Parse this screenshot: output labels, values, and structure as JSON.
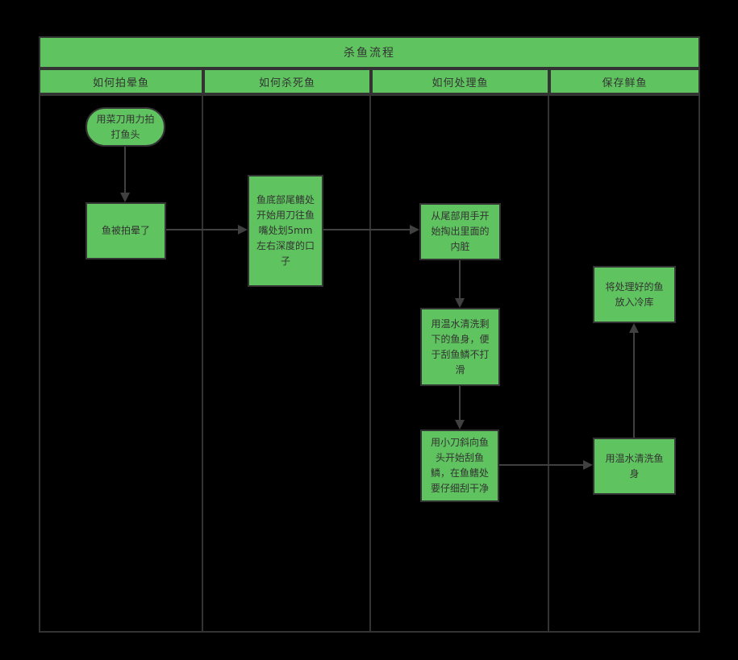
{
  "diagram": {
    "title": "杀鱼流程",
    "lanes": [
      {
        "label": "如何拍晕鱼"
      },
      {
        "label": "如何杀死鱼"
      },
      {
        "label": "如何处理鱼"
      },
      {
        "label": "保存鲜鱼"
      }
    ],
    "nodes": {
      "stun_start": "用菜刀用力拍打鱼头",
      "stun_result": "鱼被拍晕了",
      "kill_cut": "鱼底部尾鳍处开始用刀往鱼嘴处划5mm左右深度的口子",
      "gut_removal": "从尾部用手开始掏出里面的内脏",
      "warm_wash_body": "用温水清洗剩下的鱼身，便于刮鱼鳞不打滑",
      "scrape_scales": "用小刀斜向鱼头开始刮鱼鳞，在鱼鳍处要仔细刮干净",
      "cold_storage": "将处理好的鱼放入冷库",
      "final_wash": "用温水清洗鱼身"
    },
    "colors": {
      "background": "#000000",
      "shape_fill": "#5fc45f",
      "shape_border": "#333333",
      "arrow": "#404040",
      "text": "#333333"
    }
  }
}
